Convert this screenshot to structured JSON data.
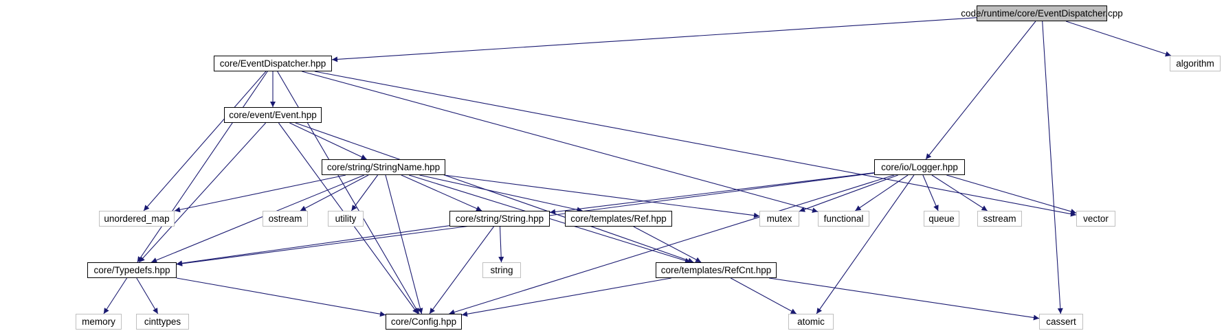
{
  "nodes": {
    "root": {
      "label": "code/runtime/core/EventDispatcher.cpp",
      "kind": "root"
    },
    "evdisp": {
      "label": "core/EventDispatcher.hpp",
      "kind": "local"
    },
    "event": {
      "label": "core/event/Event.hpp",
      "kind": "local"
    },
    "strname": {
      "label": "core/string/StringName.hpp",
      "kind": "local"
    },
    "logger": {
      "label": "core/io/Logger.hpp",
      "kind": "local"
    },
    "string": {
      "label": "core/string/String.hpp",
      "kind": "local"
    },
    "ref": {
      "label": "core/templates/Ref.hpp",
      "kind": "local"
    },
    "typedefs": {
      "label": "core/Typedefs.hpp",
      "kind": "local"
    },
    "refcnt": {
      "label": "core/templates/RefCnt.hpp",
      "kind": "local"
    },
    "config": {
      "label": "core/Config.hpp",
      "kind": "local"
    },
    "algorithm": {
      "label": "algorithm",
      "kind": "system"
    },
    "unordered_map": {
      "label": "unordered_map",
      "kind": "system"
    },
    "ostream": {
      "label": "ostream",
      "kind": "system"
    },
    "utility": {
      "label": "utility",
      "kind": "system"
    },
    "mutex": {
      "label": "mutex",
      "kind": "system"
    },
    "functional": {
      "label": "functional",
      "kind": "system"
    },
    "queue": {
      "label": "queue",
      "kind": "system"
    },
    "sstream": {
      "label": "sstream",
      "kind": "system"
    },
    "vector": {
      "label": "vector",
      "kind": "system"
    },
    "std_string": {
      "label": "string",
      "kind": "system"
    },
    "memory": {
      "label": "memory",
      "kind": "system"
    },
    "cinttypes": {
      "label": "cinttypes",
      "kind": "system"
    },
    "atomic": {
      "label": "atomic",
      "kind": "system"
    },
    "cassert": {
      "label": "cassert",
      "kind": "system"
    }
  },
  "edges": [
    [
      "root",
      "evdisp"
    ],
    [
      "root",
      "logger"
    ],
    [
      "root",
      "algorithm"
    ],
    [
      "root",
      "cassert"
    ],
    [
      "evdisp",
      "event"
    ],
    [
      "evdisp",
      "typedefs"
    ],
    [
      "evdisp",
      "unordered_map"
    ],
    [
      "evdisp",
      "config"
    ],
    [
      "evdisp",
      "functional"
    ],
    [
      "evdisp",
      "vector"
    ],
    [
      "event",
      "strname"
    ],
    [
      "event",
      "typedefs"
    ],
    [
      "event",
      "config"
    ],
    [
      "event",
      "refcnt"
    ],
    [
      "strname",
      "unordered_map"
    ],
    [
      "strname",
      "ostream"
    ],
    [
      "strname",
      "utility"
    ],
    [
      "strname",
      "typedefs"
    ],
    [
      "strname",
      "config"
    ],
    [
      "strname",
      "string"
    ],
    [
      "strname",
      "ref"
    ],
    [
      "strname",
      "refcnt"
    ],
    [
      "strname",
      "mutex"
    ],
    [
      "logger",
      "mutex"
    ],
    [
      "logger",
      "functional"
    ],
    [
      "logger",
      "queue"
    ],
    [
      "logger",
      "sstream"
    ],
    [
      "logger",
      "vector"
    ],
    [
      "logger",
      "string"
    ],
    [
      "logger",
      "typedefs"
    ],
    [
      "logger",
      "config"
    ],
    [
      "logger",
      "atomic"
    ],
    [
      "string",
      "typedefs"
    ],
    [
      "string",
      "std_string"
    ],
    [
      "string",
      "config"
    ],
    [
      "ref",
      "refcnt"
    ],
    [
      "typedefs",
      "memory"
    ],
    [
      "typedefs",
      "cinttypes"
    ],
    [
      "typedefs",
      "config"
    ],
    [
      "refcnt",
      "config"
    ],
    [
      "refcnt",
      "atomic"
    ],
    [
      "refcnt",
      "cassert"
    ]
  ],
  "colors": {
    "edge": "#191970",
    "local_border": "#000000",
    "system_border": "#bfbfbf",
    "root_fill": "#bfbfbf"
  }
}
